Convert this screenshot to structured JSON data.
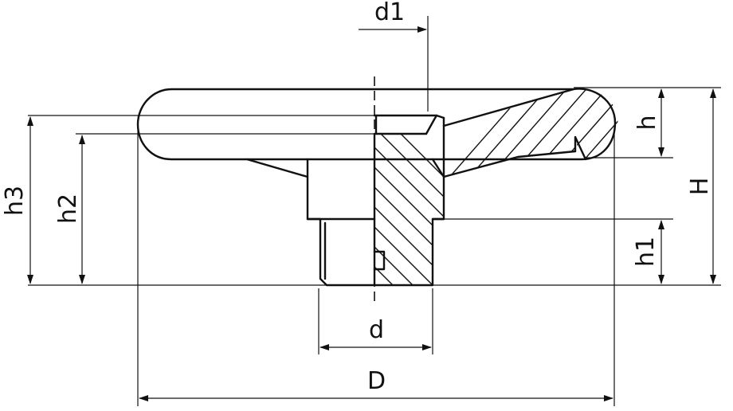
{
  "labels": {
    "d1": "d1",
    "h": "h",
    "H": "H",
    "h1": "h1",
    "h2": "h2",
    "h3": "h3",
    "d": "d",
    "D": "D"
  },
  "colors": {
    "line": "#111111",
    "background": "#ffffff"
  }
}
